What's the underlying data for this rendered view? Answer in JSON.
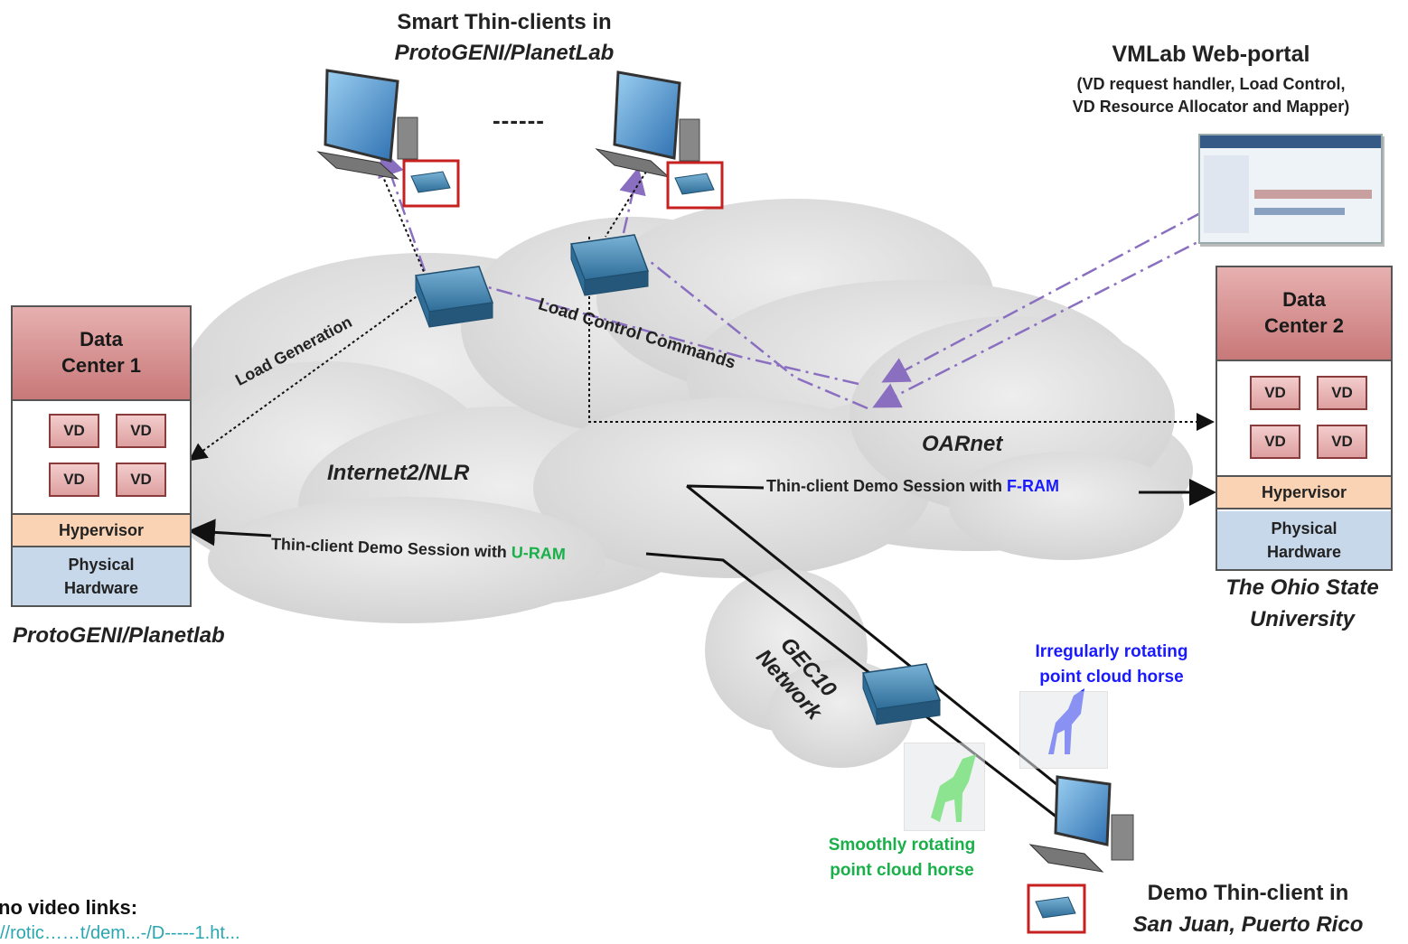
{
  "header": {
    "smart_clients_line1": "Smart Thin-clients in",
    "smart_clients_line2": "ProtoGENI/PlanetLab",
    "ellipsis": "------"
  },
  "portal": {
    "title": "VMLab Web-portal",
    "desc_line1": "(VD request handler, Load Control,",
    "desc_line2": "VD Resource Allocator and Mapper)"
  },
  "datacenter1": {
    "title_line1": "Data",
    "title_line2": "Center 1",
    "vds": [
      "VD",
      "VD",
      "VD",
      "VD"
    ],
    "hypervisor": "Hypervisor",
    "physical_line1": "Physical",
    "physical_line2": "Hardware",
    "caption": "ProtoGENI/Planetlab"
  },
  "datacenter2": {
    "title_line1": "Data",
    "title_line2": "Center 2",
    "vds": [
      "VD",
      "VD",
      "VD",
      "VD"
    ],
    "hypervisor": "Hypervisor",
    "physical_line1": "Physical",
    "physical_line2": "Hardware",
    "caption_line1": "The Ohio State",
    "caption_line2": "University"
  },
  "networks": {
    "internet2": "Internet2/NLR",
    "oarnet": "OARnet",
    "gec10_line1": "GEC10",
    "gec10_line2": "Network"
  },
  "flows": {
    "load_generation": "Load Generation",
    "load_control": "Load Control Commands",
    "fram_prefix": "Thin-client Demo Session with ",
    "fram": "F-RAM",
    "uram_prefix": "Thin-client Demo Session with ",
    "uram": "U-RAM"
  },
  "horses": {
    "irregular_line1": "Irregularly rotating",
    "irregular_line2": "point cloud horse",
    "smooth_line1": "Smoothly rotating",
    "smooth_line2": "point cloud horse"
  },
  "demo_client": {
    "line1": "Demo Thin-client in",
    "line2": "San Juan, Puerto Rico"
  },
  "links": {
    "heading": "no video links:",
    "url": "//rotic……t/dem...-/D-----1.ht..."
  },
  "colors": {
    "fram": "#1a1aff",
    "uram": "#19b04a",
    "load_control_arrow": "#8a6fc0",
    "dc_header": "#d08a8a",
    "hypervisor": "#f9d3b4",
    "physical": "#c7d8ea",
    "cloud": "#d9d9d9"
  }
}
